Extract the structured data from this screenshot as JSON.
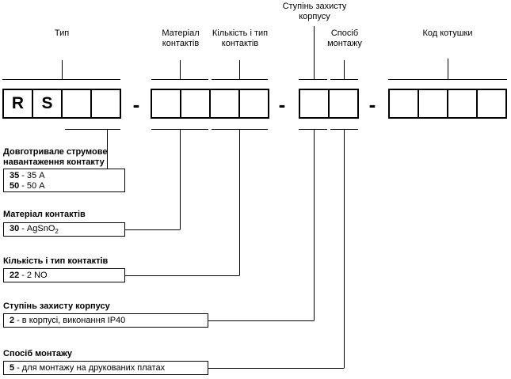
{
  "labels": {
    "type": "Тип",
    "contact_material": "Матеріал\nконтактів",
    "contacts_count_type": "Кількість і тип\nконтактів",
    "housing_protection": "Ступінь захисту\nкорпусу",
    "mounting_method": "Спосіб\nмонтажу",
    "coil_code": "Код котушки"
  },
  "code": {
    "group1": [
      "R",
      "S",
      "",
      ""
    ],
    "group2": [
      "",
      "",
      "",
      ""
    ],
    "group3": [
      "",
      ""
    ],
    "group4": [
      "",
      "",
      "",
      ""
    ],
    "separator": "-"
  },
  "row_separator": "-",
  "legend": [
    {
      "title": "Довготривале струмове\nнавантаження контакту",
      "rows": [
        {
          "code": "35",
          "desc": "35 А"
        },
        {
          "code": "50",
          "desc": "50 А"
        }
      ]
    },
    {
      "title": "Матеріал контактів",
      "rows": [
        {
          "code": "30",
          "desc": "AgSnO",
          "desc_sub": "2"
        }
      ]
    },
    {
      "title": "Кількість і тип контактів",
      "rows": [
        {
          "code": "22",
          "desc": "2 NO"
        }
      ]
    },
    {
      "title": "Ступінь захисту корпусу",
      "rows": [
        {
          "code": "2",
          "desc": "в корпусі, виконання IP40"
        }
      ]
    },
    {
      "title": "Спосіб монтажу",
      "rows": [
        {
          "code": "5",
          "desc": "для монтажу на друкованих платах"
        }
      ]
    }
  ],
  "line_color": "#000000"
}
